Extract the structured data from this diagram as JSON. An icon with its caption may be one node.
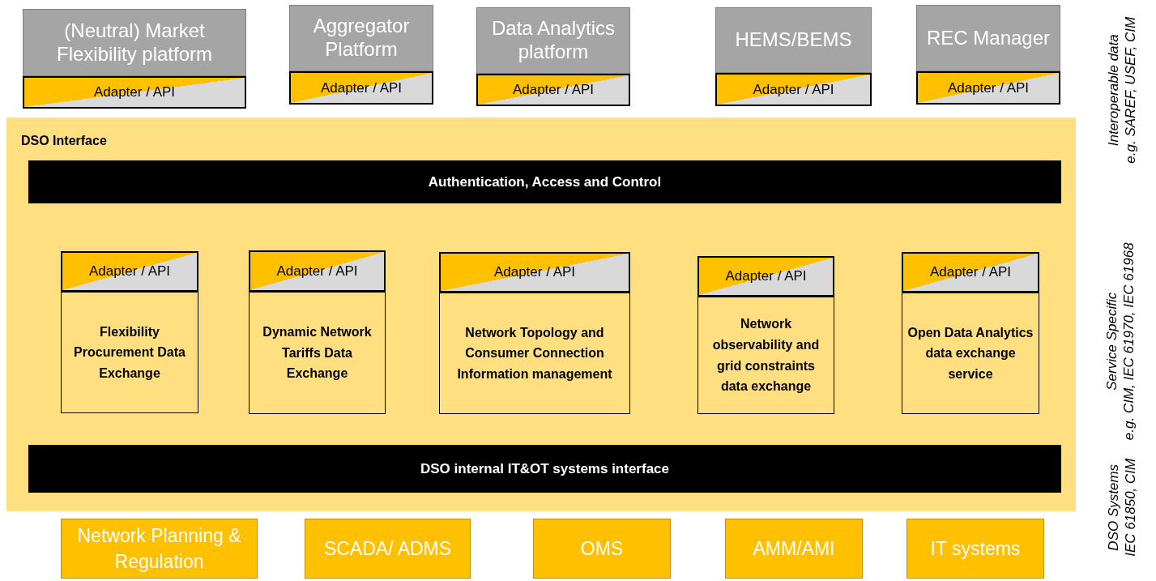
{
  "diagram": {
    "nodes": [
      {
        "text": [
          "(Neutral) Market Flexibility platform"
        ]
      },
      {
        "text": [
          "Adapter / API"
        ]
      },
      {
        "text": [
          "Aggregator Platform"
        ]
      },
      {
        "text": [
          "Adapter / API"
        ]
      },
      {
        "text": [
          "Data Analytics platform"
        ]
      },
      {
        "text": [
          "Adapter / API"
        ]
      },
      {
        "text": [
          "HEMS/BEMS"
        ]
      },
      {
        "text": [
          "Adapter / API"
        ]
      },
      {
        "text": [
          "REC Manager"
        ]
      },
      {
        "text": [
          "Adapter / API"
        ]
      },
      {
        "text": [
          "DSO Interface"
        ]
      },
      {
        "text": [
          "Authentication, Access and Control"
        ],
        "in": 10
      },
      {
        "text": [
          "Adapter / API"
        ],
        "in": 10
      },
      {
        "text": [
          "Flexibility Procurement Data Exchange"
        ],
        "in": 10
      },
      {
        "text": [
          "Adapter / API"
        ],
        "in": 10
      },
      {
        "text": [
          "Dynamic Network Tariffs Data Exchange"
        ],
        "in": 10
      },
      {
        "text": [
          "Adapter / API"
        ],
        "in": 10
      },
      {
        "text": [
          "Network Topology and Consumer Connection Information management"
        ],
        "in": 10
      },
      {
        "text": [
          "Adapter / API"
        ],
        "in": 10
      },
      {
        "text": [
          "Network observability and grid constraints data exchange"
        ],
        "in": 10
      },
      {
        "text": [
          "Adapter / API"
        ],
        "in": 10
      },
      {
        "text": [
          "Open Data Analytics data exchange service"
        ],
        "in": 10
      },
      {
        "text": [
          "DSO internal IT&OT systems interface"
        ],
        "in": 10
      },
      {
        "text": [
          "Network Planning & Regulation"
        ]
      },
      {
        "text": [
          "SCADA/ ADMS"
        ]
      },
      {
        "text": [
          "OMS"
        ]
      },
      {
        "text": [
          "AMM/AMI"
        ]
      },
      {
        "text": [
          "IT systems"
        ]
      }
    ],
    "edges": [],
    "labels": [
      "Interoperable data",
      "e.g. SAREF, USEF, CIM",
      "Service Specific",
      "e.g. CIM, IEC 61970, IEC 61968",
      "DSO Systems",
      "IEC 61850, CIM"
    ]
  }
}
